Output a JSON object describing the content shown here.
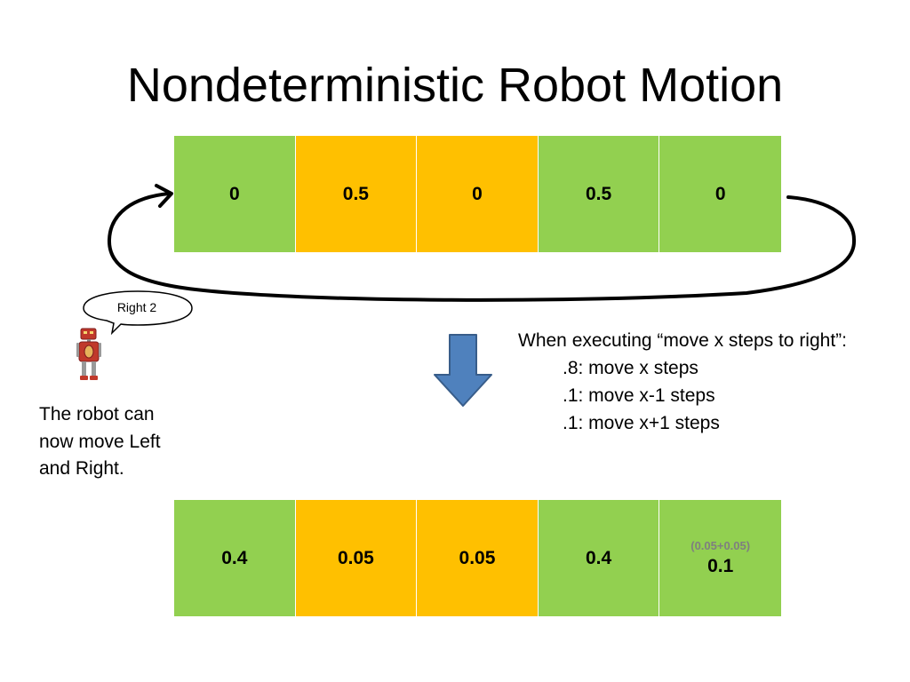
{
  "slide": {
    "title": "Nondeterministic Robot Motion",
    "top_row": [
      {
        "value": "0",
        "color": "#92d050"
      },
      {
        "value": "0.5",
        "color": "#ffc000"
      },
      {
        "value": "0",
        "color": "#ffc000"
      },
      {
        "value": "0.5",
        "color": "#92d050"
      },
      {
        "value": "0",
        "color": "#92d050"
      }
    ],
    "bottom_row": [
      {
        "value": "0.4",
        "color": "#92d050"
      },
      {
        "value": "0.05",
        "color": "#ffc000"
      },
      {
        "value": "0.05",
        "color": "#ffc000"
      },
      {
        "value": "0.4",
        "color": "#92d050"
      },
      {
        "value": "0.1",
        "note": "(0.05+0.05)",
        "color": "#92d050"
      }
    ],
    "speech_bubble": "Right 2",
    "robot_note": "The robot can now move Left and Right.",
    "rules": {
      "heading": "When executing “move x steps to right”:",
      "items": [
        ".8: move x steps",
        ".1: move x-1 steps",
        ".1: move x+1 steps"
      ]
    },
    "icons": {
      "robot": "robot-icon",
      "down_arrow": "down-arrow-icon",
      "wraparound": "wraparound-arrow-icon"
    },
    "colors": {
      "green_cell": "#92d050",
      "orange_cell": "#ffc000",
      "arrow_fill": "#4f81bd",
      "note_gray": "#7f7f7f"
    }
  }
}
